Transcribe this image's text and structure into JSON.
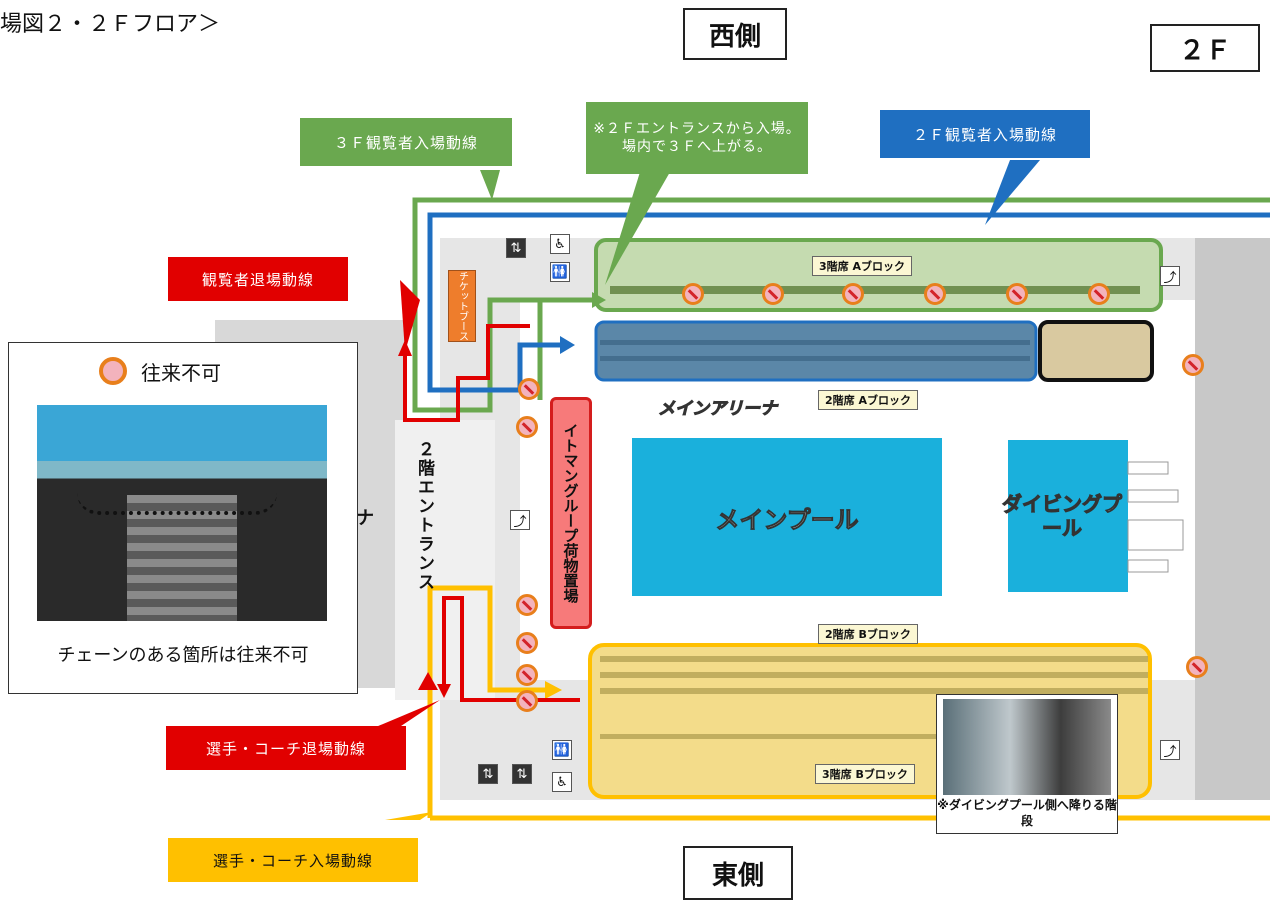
{
  "header": {
    "title": "場図２・２Ｆフロア＞",
    "west": "西側",
    "east": "東側",
    "floor": "２Ｆ"
  },
  "callouts": {
    "exit_spectators": "観覧者退場動線",
    "enter_3f": "３Ｆ観覧者入場動線",
    "note_2f": "※２Ｆエントランスから入場。場内で３Ｆへ上がる。",
    "enter_2f": "２Ｆ観覧者入場動線",
    "exit_athletes": "選手・コーチ退場動線",
    "enter_athletes": "選手・コーチ入場動線"
  },
  "legend": {
    "no_entry": "往来不可",
    "chain_note": "チェーンのある箇所は往来不可"
  },
  "map": {
    "ticket_booth": "チケットブース",
    "entrance": "２階エントランス",
    "luggage": "イトマングループ荷物置場",
    "main_arena": "メインアリーナ",
    "main_pool": "メインプール",
    "diving_pool": "ダイビングプール",
    "seat_3a": "3階席 Aブロック",
    "seat_2a": "2階席 Aブロック",
    "seat_2b": "2階席 Bブロック",
    "seat_3b": "3階席 Bブロック",
    "stairs_note": "※ダイビングプール側へ降りる階段",
    "arena_partial": "ナ"
  },
  "colors": {
    "green": "#6aa84f",
    "blue": "#1f6fc1",
    "red": "#e10000",
    "yellow": "#ffc000",
    "pool": "#1ab0dc"
  }
}
